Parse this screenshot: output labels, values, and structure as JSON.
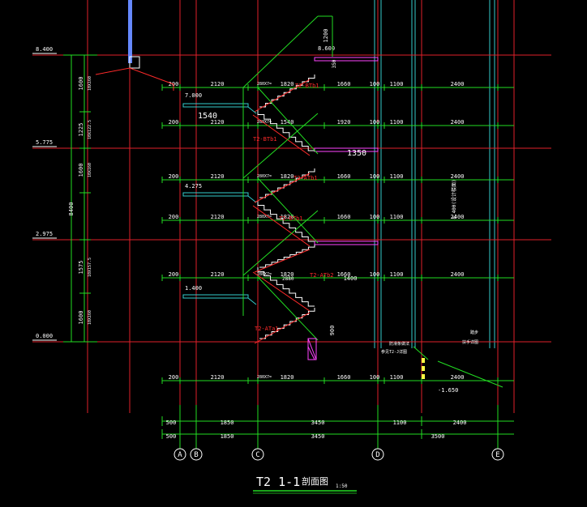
{
  "title": "T2 1-1",
  "title_cn": "剖面图",
  "scale": "1:50",
  "colors": {
    "background": "#000000",
    "grid_red": "#e0202a",
    "dim_green": "#22dd22",
    "stair_green": "#33ee33",
    "stair_red": "#ff2a2a",
    "text_white": "#ffffff",
    "cyan": "#33cccc",
    "magenta": "#ff44ff",
    "yellow": "#ffff44",
    "blue": "#6688ff"
  },
  "axes": [
    "A",
    "B",
    "C",
    "D",
    "E"
  ],
  "elevations": [
    "8.400",
    "5.775",
    "2.975",
    "0.000"
  ],
  "floor_levels": [
    "8.600",
    "7.000",
    "4.275",
    "1.400",
    "-1.650"
  ],
  "left_total": "8400",
  "left_dims": [
    "1600",
    "1225",
    "1600",
    "1575",
    "1600"
  ],
  "left_dims_sub": [
    "10X160",
    "10X122.5",
    "10X160",
    "10X157.5",
    "10X160"
  ],
  "row_dims": [
    "200",
    "2120",
    "280X7=",
    "1820",
    "1660",
    "100",
    "1100",
    "2400"
  ],
  "row_dims_alt": [
    "1920",
    "100",
    "1100",
    "2400"
  ],
  "extra_dims": [
    "1540",
    "1350",
    "900",
    "1200",
    "350",
    "2880",
    "1400"
  ],
  "stair_labels": [
    "T2-BTb1",
    "T2-BTb1",
    "T2-ATb1",
    "T2-BTb1",
    "T2-ATb2",
    "T2-ATa1"
  ],
  "bottom_dims_1": [
    "500",
    "1850",
    "3450",
    "1100",
    "2400"
  ],
  "bottom_dims_2": [
    "500",
    "1850",
    "3450",
    "3500"
  ],
  "right_vertical_label": "8.400(设计楼面)",
  "notes": [
    "防滑条做法",
    "参见T2-J详图",
    "踏步",
    "扶手详图"
  ]
}
